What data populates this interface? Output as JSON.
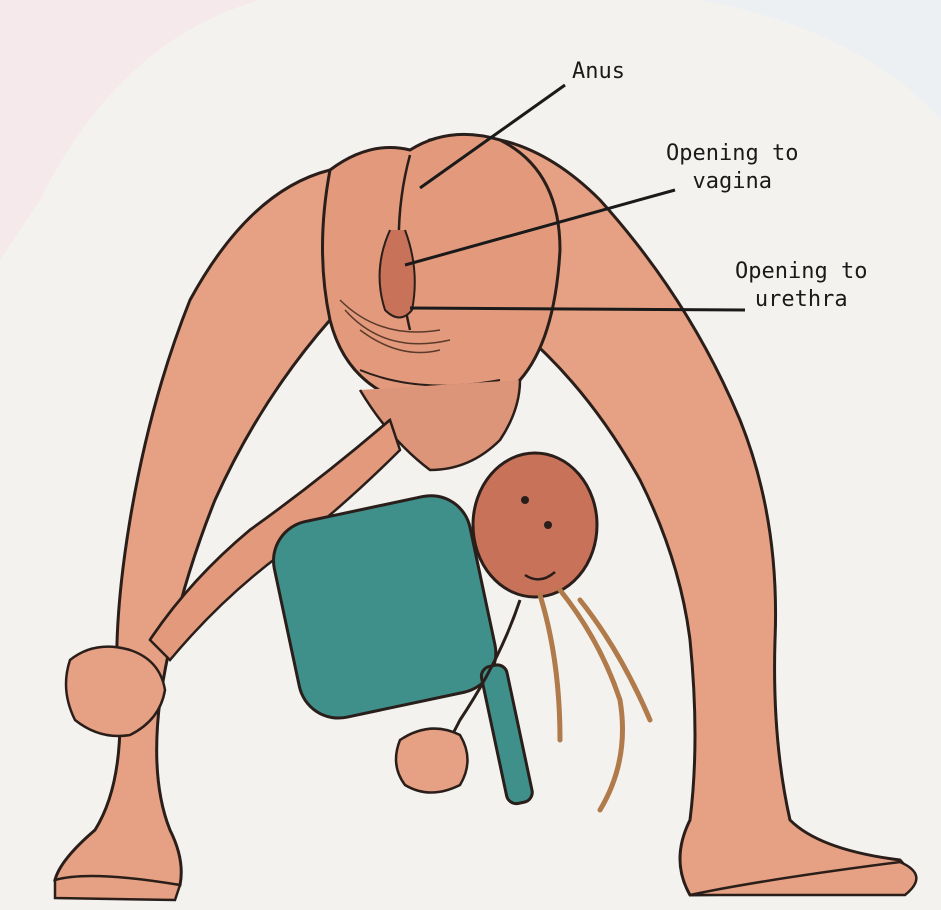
{
  "diagram": {
    "labels": {
      "anus": {
        "lines": [
          "Anus"
        ]
      },
      "vagina": {
        "lines": [
          "Opening to",
          "vagina"
        ]
      },
      "urethra": {
        "lines": [
          "Opening to",
          "urethra"
        ]
      }
    },
    "colors": {
      "background": "#f3f2ee",
      "skin": "#e39a7c",
      "skin_shadow": "#c9725a",
      "outline": "#2a1e1a",
      "mirror": "#3f8f8a",
      "mirror_dark": "#2d6c69",
      "hair": "#b07a4a"
    }
  }
}
